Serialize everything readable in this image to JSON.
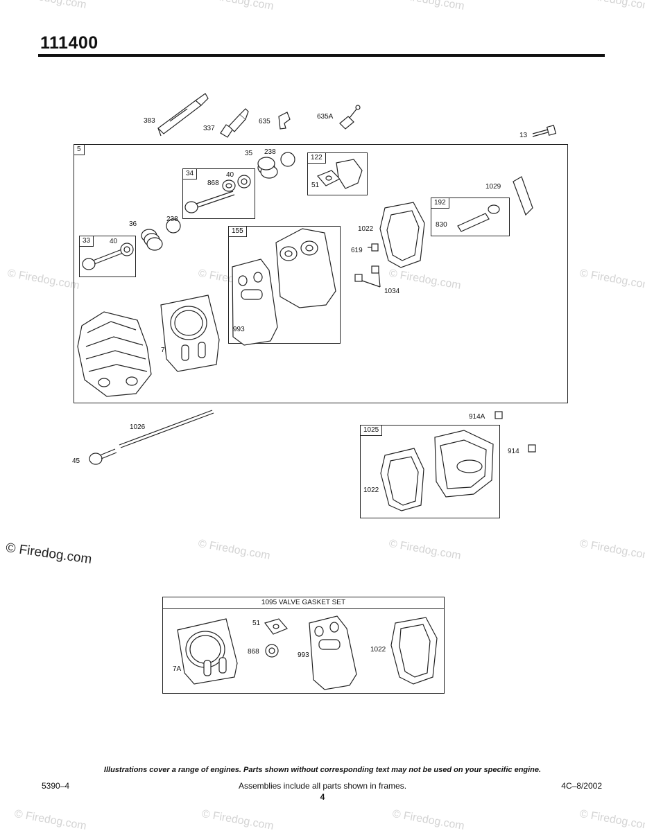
{
  "page": {
    "title": "111400",
    "disclaimer": "Illustrations cover a range of engines. Parts shown without corresponding text may not be used on your specific engine.",
    "footer_left": "5390–4",
    "footer_center": "Assemblies include all parts shown in frames.",
    "footer_right": "4C–8/2002",
    "page_number": "4"
  },
  "watermark": {
    "text": "© Firedog.com",
    "main": "© Firedog.com"
  },
  "frames": {
    "main": "5",
    "valve_exhaust": "34",
    "valve_intake": "33",
    "gasket_assy": "155",
    "breather": "122",
    "rocker": "192",
    "cover": "1025"
  },
  "kit": {
    "header": "1095 VALVE GASKET SET"
  },
  "parts": {
    "p383": "383",
    "p337": "337",
    "p635": "635",
    "p635a": "635A",
    "p13": "13",
    "p35": "35",
    "p238a": "238",
    "p40a": "40",
    "p868": "868",
    "p51": "51",
    "p1029": "1029",
    "p238b": "238",
    "p36": "36",
    "p40b": "40",
    "p1022a": "1022",
    "p830": "830",
    "p619": "619",
    "p1034": "1034",
    "p993": "993",
    "p7": "7",
    "p1026": "1026",
    "p45": "45",
    "p914a": "914A",
    "p914": "914",
    "p1022b": "1022",
    "k51": "51",
    "k868": "868",
    "k993": "993",
    "k1022": "1022",
    "k7a": "7A"
  }
}
